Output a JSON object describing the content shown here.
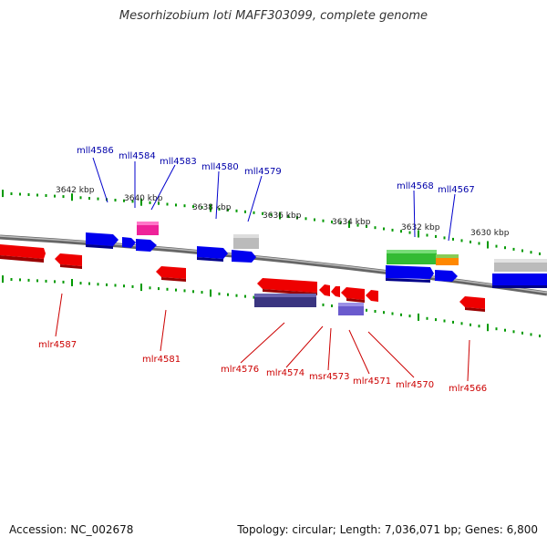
{
  "title": "Mesorhizobium loti MAFF303099, complete genome",
  "footer": {
    "accession": "Accession: NC_002678",
    "summary": "Topology: circular; Length: 7,036,071 bp; Genes: 6,800"
  },
  "colors": {
    "forward_gene": "#0000ee",
    "reverse_gene": "#ee0000",
    "forward_label": "#0000aa",
    "reverse_label": "#cc0000",
    "backbone": "#888888",
    "ticks": "#009900",
    "pseudo": "#bbbbbb",
    "magenta": "#ee2299",
    "dark_blue": "#3a3580",
    "slate": "#6a5acd",
    "green": "#33bb33",
    "orange": "#ff8800"
  },
  "kbp_labels": [
    "3642 kbp",
    "3640 kbp",
    "3638 kbp",
    "3636 kbp",
    "3634 kbp",
    "3632 kbp",
    "3630 kbp"
  ],
  "top_labels": [
    "mll4586",
    "mll4584",
    "mll4583",
    "mll4580",
    "mll4579",
    "mll4568",
    "mll4567"
  ],
  "bottom_labels": [
    "mlr4587",
    "mlr4581",
    "mlr4576",
    "mlr4574",
    "msr4573",
    "mlr4571",
    "mlr4570",
    "mlr4566"
  ]
}
